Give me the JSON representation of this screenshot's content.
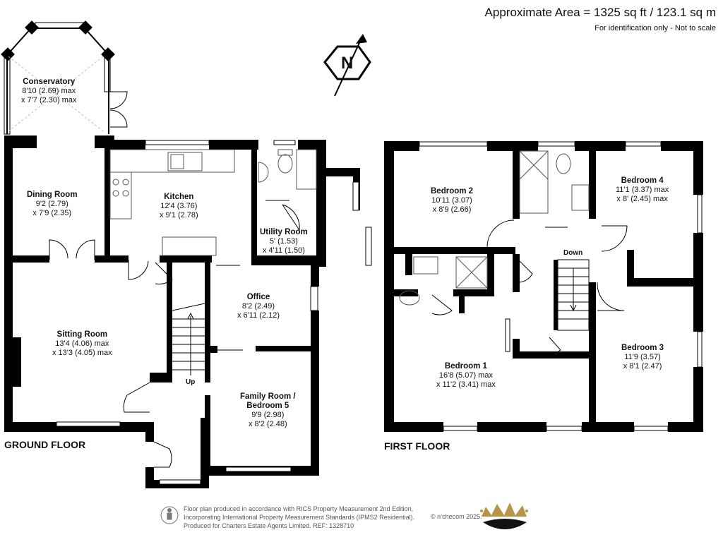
{
  "header": {
    "area": "Approximate Area = 1325 sq ft / 123.1 sq m",
    "note": "For identification only - Not to scale"
  },
  "compass": {
    "letter": "N"
  },
  "floors": {
    "ground": "GROUND FLOOR",
    "first": "FIRST FLOOR"
  },
  "ground_rooms": {
    "conservatory": {
      "name": "Conservatory",
      "d1": "8'10 (2.69) max",
      "d2": "x 7'7 (2.30) max"
    },
    "dining": {
      "name": "Dining Room",
      "d1": "9'2 (2.79)",
      "d2": "x 7'9 (2.35)"
    },
    "kitchen": {
      "name": "Kitchen",
      "d1": "12'4 (3.76)",
      "d2": "x 9'1 (2.78)"
    },
    "utility": {
      "name": "Utility Room",
      "d1": "5' (1.53)",
      "d2": "x 4'11 (1.50)"
    },
    "office": {
      "name": "Office",
      "d1": "8'2 (2.49)",
      "d2": "x 6'11 (2.12)"
    },
    "sitting": {
      "name": "Sitting Room",
      "d1": "13'4 (4.06) max",
      "d2": "x 13'3 (4.05) max"
    },
    "family": {
      "name": "Family Room /",
      "name2": "Bedroom 5",
      "d1": "9'9 (2.98)",
      "d2": "x 8'2 (2.48)"
    }
  },
  "first_rooms": {
    "bed2": {
      "name": "Bedroom 2",
      "d1": "10'11 (3.07)",
      "d2": "x 8'9 (2.66)"
    },
    "bed4": {
      "name": "Bedroom 4",
      "d1": "11'1 (3.37) max",
      "d2": "x 8' (2.45) max"
    },
    "bed1": {
      "name": "Bedroom 1",
      "d1": "16'8 (5.07) max",
      "d2": "x 11'2 (3.41) max"
    },
    "bed3": {
      "name": "Bedroom 3",
      "d1": "11'9 (3.57)",
      "d2": "x 8'1 (2.47)"
    }
  },
  "stairs": {
    "up": "Up",
    "down": "Down"
  },
  "footer": {
    "line1": "Floor plan produced in accordance with RICS Property Measurement 2nd Edition,",
    "line2": "Incorporating International Property Measurement Standards (IPMS2 Residential).",
    "line3": "Produced for Charters Estate Agents Limited.   REF: 1328710",
    "copyright": "© n’checom 2025."
  },
  "colors": {
    "wall": "#000000",
    "window": "#c8c8c8",
    "fixture": "#555555",
    "logo_gold": "#b8944a"
  }
}
